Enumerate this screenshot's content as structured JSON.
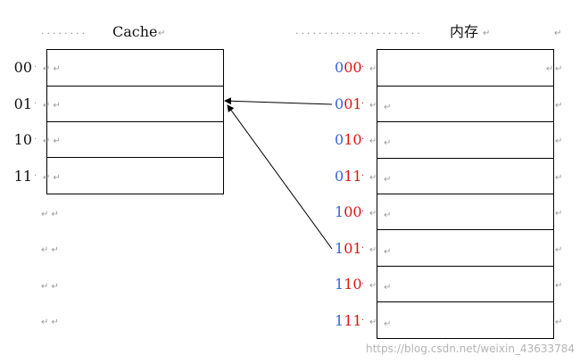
{
  "cache": {
    "title": "Cache",
    "rows": [
      "00",
      "01",
      "10",
      "11"
    ]
  },
  "memory": {
    "title": "内存",
    "rows": [
      {
        "tag": "0",
        "index": "00"
      },
      {
        "tag": "0",
        "index": "01"
      },
      {
        "tag": "0",
        "index": "10"
      },
      {
        "tag": "0",
        "index": "11"
      },
      {
        "tag": "1",
        "index": "00"
      },
      {
        "tag": "1",
        "index": "01"
      },
      {
        "tag": "1",
        "index": "10"
      },
      {
        "tag": "1",
        "index": "11"
      }
    ]
  },
  "colors": {
    "tag": "#3a63d8",
    "index": "#e01414"
  },
  "watermark": "https://blog.csdn.net/weixin_43633784",
  "glyphs": {
    "return_mark": "↵",
    "dot": "·"
  }
}
